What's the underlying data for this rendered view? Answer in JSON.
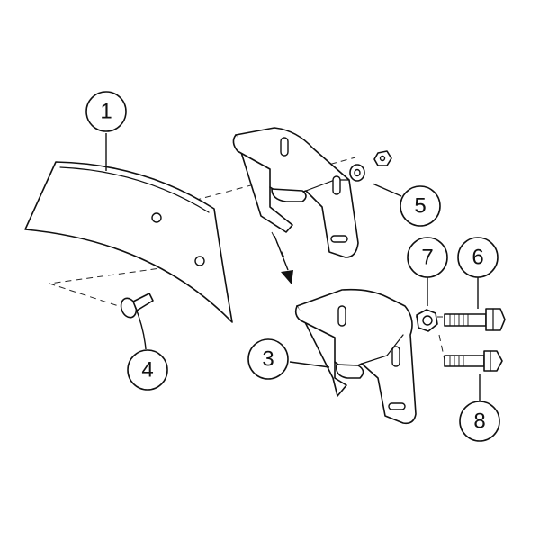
{
  "callouts": [
    {
      "id": "c1",
      "label": "1"
    },
    {
      "id": "c3",
      "label": "3"
    },
    {
      "id": "c4",
      "label": "4"
    },
    {
      "id": "c5",
      "label": "5"
    },
    {
      "id": "c6",
      "label": "6"
    },
    {
      "id": "c7",
      "label": "7"
    },
    {
      "id": "c8",
      "label": "8"
    }
  ],
  "colors": {
    "line": "#111111",
    "background": "#ffffff"
  }
}
